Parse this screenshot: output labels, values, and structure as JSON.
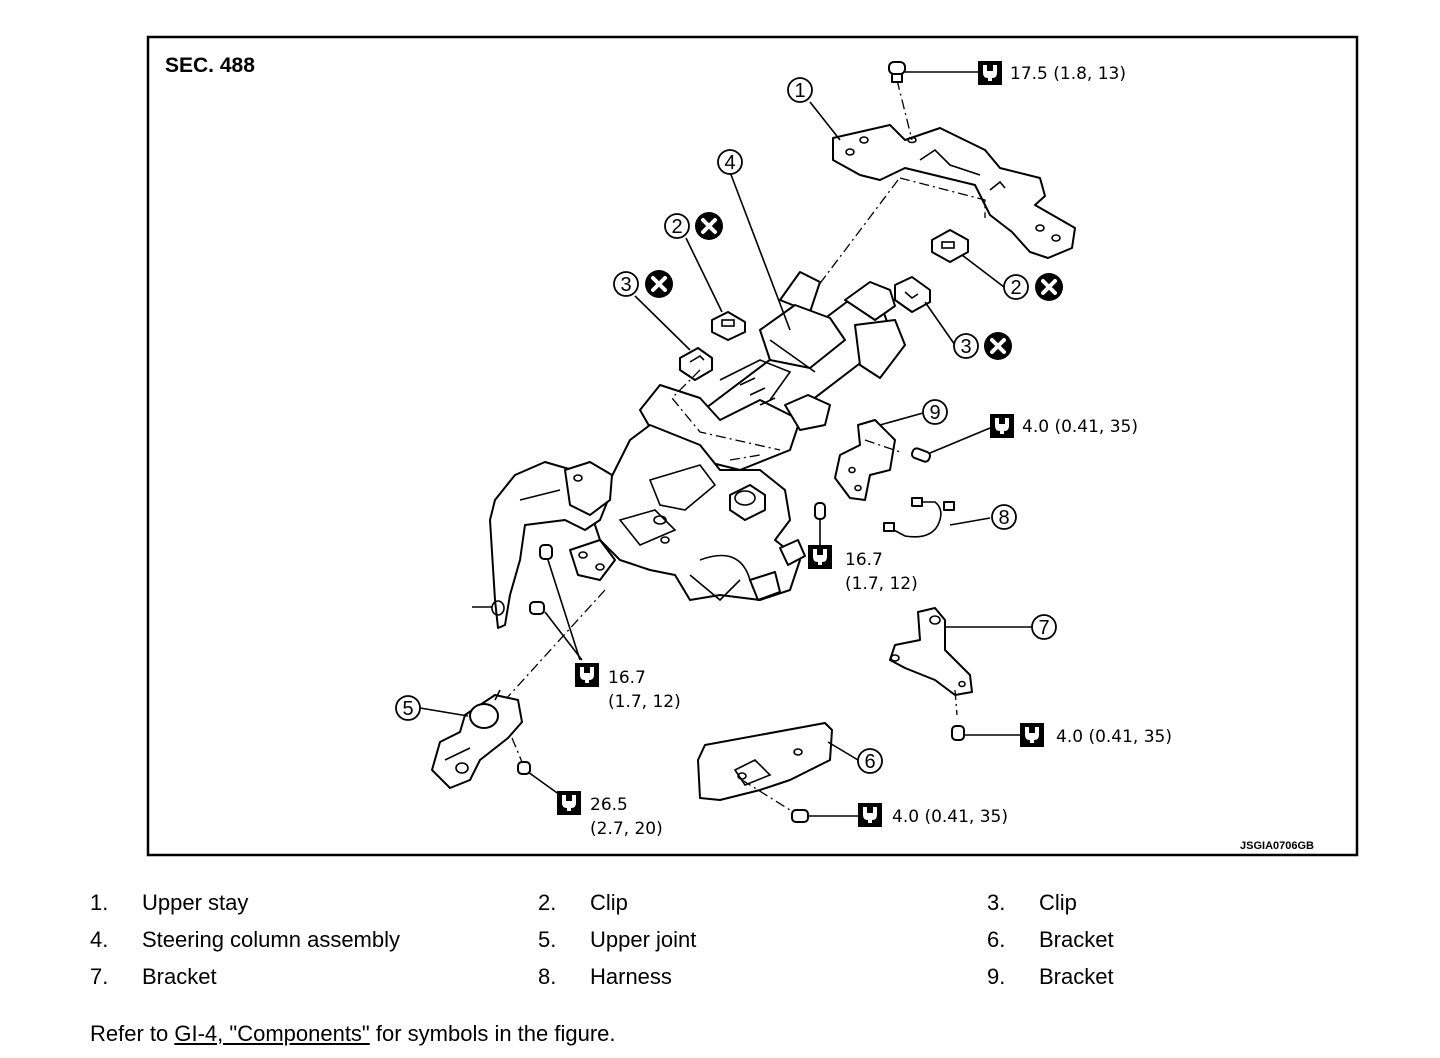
{
  "section": "SEC. 488",
  "figure_code": "JSGIA0706GB",
  "torques": {
    "t1": "17.5 (1.8, 13)",
    "t2": "4.0 (0.41, 35)",
    "t3_line1": "16.7",
    "t3_line2": "(1.7, 12)",
    "t4_line1": "16.7",
    "t4_line2": "(1.7, 12)",
    "t5": "4.0 (0.41, 35)",
    "t6": "4.0 (0.41, 35)",
    "t7_line1": "26.5",
    "t7_line2": "(2.7, 20)"
  },
  "callouts": [
    "1",
    "2",
    "3",
    "4",
    "2",
    "3",
    "9",
    "8",
    "7",
    "5",
    "6"
  ],
  "legend": [
    {
      "num": "1.",
      "label": "Upper stay"
    },
    {
      "num": "2.",
      "label": "Clip"
    },
    {
      "num": "3.",
      "label": "Clip"
    },
    {
      "num": "4.",
      "label": "Steering column assembly"
    },
    {
      "num": "5.",
      "label": "Upper joint"
    },
    {
      "num": "6.",
      "label": "Bracket"
    },
    {
      "num": "7.",
      "label": "Bracket"
    },
    {
      "num": "8.",
      "label": "Harness"
    },
    {
      "num": "9.",
      "label": "Bracket"
    }
  ],
  "footnote": {
    "prefix": "Refer to ",
    "link": "GI-4, \"Components\"",
    "suffix": " for symbols in the figure."
  }
}
